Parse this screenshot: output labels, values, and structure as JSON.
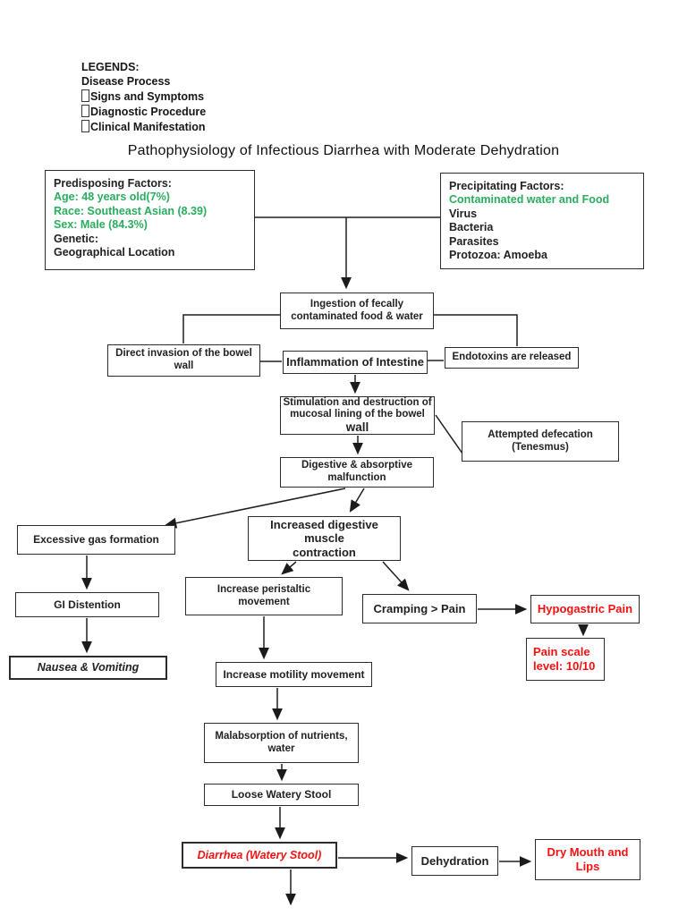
{
  "legend": {
    "heading": "LEGENDS:",
    "items": [
      {
        "label": "Disease Process"
      },
      {
        "label": "Signs and Symptoms"
      },
      {
        "label": "Diagnostic Procedure"
      },
      {
        "label": "Clinical Manifestation"
      }
    ]
  },
  "title": "Pathophysiology of Infectious Diarrhea with Moderate Dehydration",
  "colors": {
    "highlight_green": "#2aad5e",
    "alert_red": "#f61111",
    "line_black": "#1f1f1f"
  },
  "predisposing": {
    "title": "Predisposing Factors:",
    "age": "Age: 48 years old(7%)",
    "race": "Race: Southeast Asian (8.39)",
    "sex": "Sex: Male (84.3%)",
    "genetic": "Genetic:",
    "geo": "Geographical Location"
  },
  "precipitating": {
    "title": "Precipitating Factors:",
    "contaminated": "Contaminated water and Food",
    "virus": "Virus",
    "bacteria": "Bacteria",
    "parasites": "Parasites",
    "protozoa": "Protozoa: Amoeba"
  },
  "nodes": {
    "ingestion": {
      "line1": "Ingestion of fecally",
      "line2": "contaminated food & water"
    },
    "direct_invasion": {
      "line1": "Direct invasion of the bowel",
      "line2": "wall"
    },
    "inflammation": {
      "label": "Inflammation of Intestine"
    },
    "endotoxins": {
      "label": "Endotoxins are released"
    },
    "stimulation": {
      "line1": "Stimulation and destruction of",
      "line2": "mucosal lining of the bowel",
      "line3": "wall"
    },
    "attempted_defecation": {
      "line1": "Attempted defecation",
      "line2": "(Tenesmus)"
    },
    "digestive": {
      "line1": "Digestive & absorptive",
      "line2": "malfunction"
    },
    "excessive_gas": {
      "label": "Excessive gas formation"
    },
    "increased_contraction": {
      "line1": "Increased digestive muscle",
      "line2": "contraction"
    },
    "gi_distention": {
      "label": "GI Distention"
    },
    "nausea_vomiting": {
      "label": "Nausea & Vomiting"
    },
    "peristaltic": {
      "line1": "Increase peristaltic",
      "line2": "movement"
    },
    "cramping": {
      "label": "Cramping > Pain"
    },
    "hypogastric": {
      "label": "Hypogastric Pain"
    },
    "pain_scale": {
      "line1": "Pain scale",
      "line2": "level: 10/10"
    },
    "motility": {
      "label": "Increase motility movement"
    },
    "malabsorption": {
      "line1": "Malabsorption of nutrients,",
      "line2": "water"
    },
    "loose_stool": {
      "label": "Loose Watery Stool"
    },
    "diarrhea": {
      "label": "Diarrhea (Watery Stool)"
    },
    "dehydration": {
      "label": "Dehydration"
    },
    "dry_mouth": {
      "line1": "Dry Mouth and",
      "line2": "Lips"
    }
  }
}
